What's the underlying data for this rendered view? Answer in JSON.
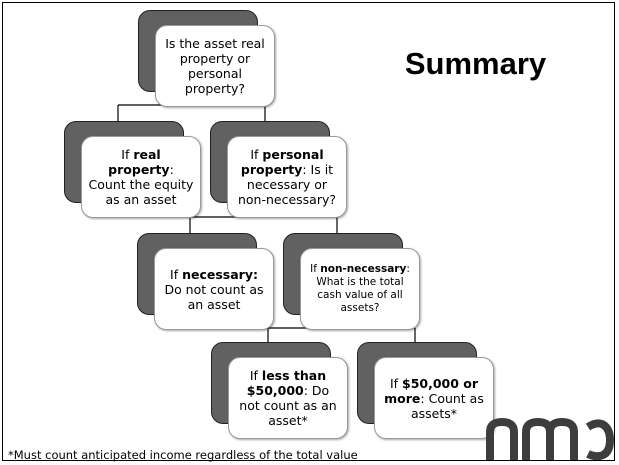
{
  "title": "Summary",
  "nodes": {
    "root": {
      "pre": "Is the asset real property or personal property?",
      "bold": "",
      "post": ""
    },
    "real": {
      "pre": "If ",
      "bold": "real property",
      "post": ": Count the equity as an asset"
    },
    "personal": {
      "pre": "If ",
      "bold": "personal property",
      "post": ": Is it necessary or non-necessary?"
    },
    "necessary": {
      "pre": "If ",
      "bold": "necessary:",
      "post": " Do not count as an asset"
    },
    "non_necessary": {
      "pre": "If ",
      "bold": "non-necessary",
      "post": ": What is the total cash value of all assets?"
    },
    "less": {
      "pre": "If ",
      "bold": "less than $50,000",
      "post": ": Do not count as an asset*"
    },
    "more": {
      "pre": "If ",
      "bold": "$50,000 or more",
      "post": ": Count as assets*"
    }
  },
  "footnote": "*Must count anticipated income regardless of the total value",
  "logo": {
    "icon": "nmc-logo-icon",
    "color": "#3d3d3d"
  },
  "colors": {
    "box_back": "#616161",
    "box_front": "#ffffff",
    "connector": "#000000"
  }
}
